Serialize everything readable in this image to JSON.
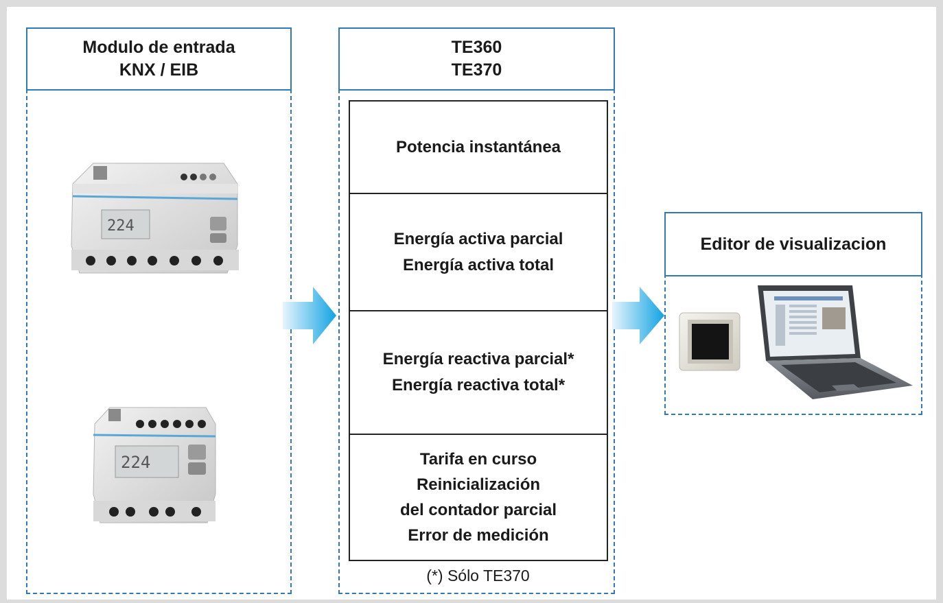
{
  "left_panel": {
    "title_lines": [
      "Modulo de entrada",
      "KNX / EIB"
    ],
    "devices": [
      {
        "icon": "energy-meter-large",
        "display": "224"
      },
      {
        "icon": "energy-meter-small",
        "display": "224"
      }
    ]
  },
  "middle_panel": {
    "title_lines": [
      "TE360",
      "TE370"
    ],
    "cells": [
      {
        "lines": [
          "Potencia instantánea"
        ]
      },
      {
        "lines": [
          "Energía activa parcial",
          "Energía activa total"
        ]
      },
      {
        "lines": [
          "Energía reactiva parcial*",
          "Energía reactiva total*"
        ]
      },
      {
        "lines": [
          "Tarifa en curso",
          "Reinicialización",
          "del contador parcial",
          "Error de medición"
        ]
      }
    ],
    "footnote": "(*) Sólo TE370"
  },
  "right_panel": {
    "title": "Editor de visualizacion",
    "devices": [
      {
        "icon": "touch-panel-icon"
      },
      {
        "icon": "laptop-icon"
      }
    ]
  },
  "colors": {
    "frame_blue": "#2f79b9",
    "arrow_light": "#e6f5fc",
    "arrow_dark": "#12a3e3",
    "background": "#dcdcdc"
  }
}
